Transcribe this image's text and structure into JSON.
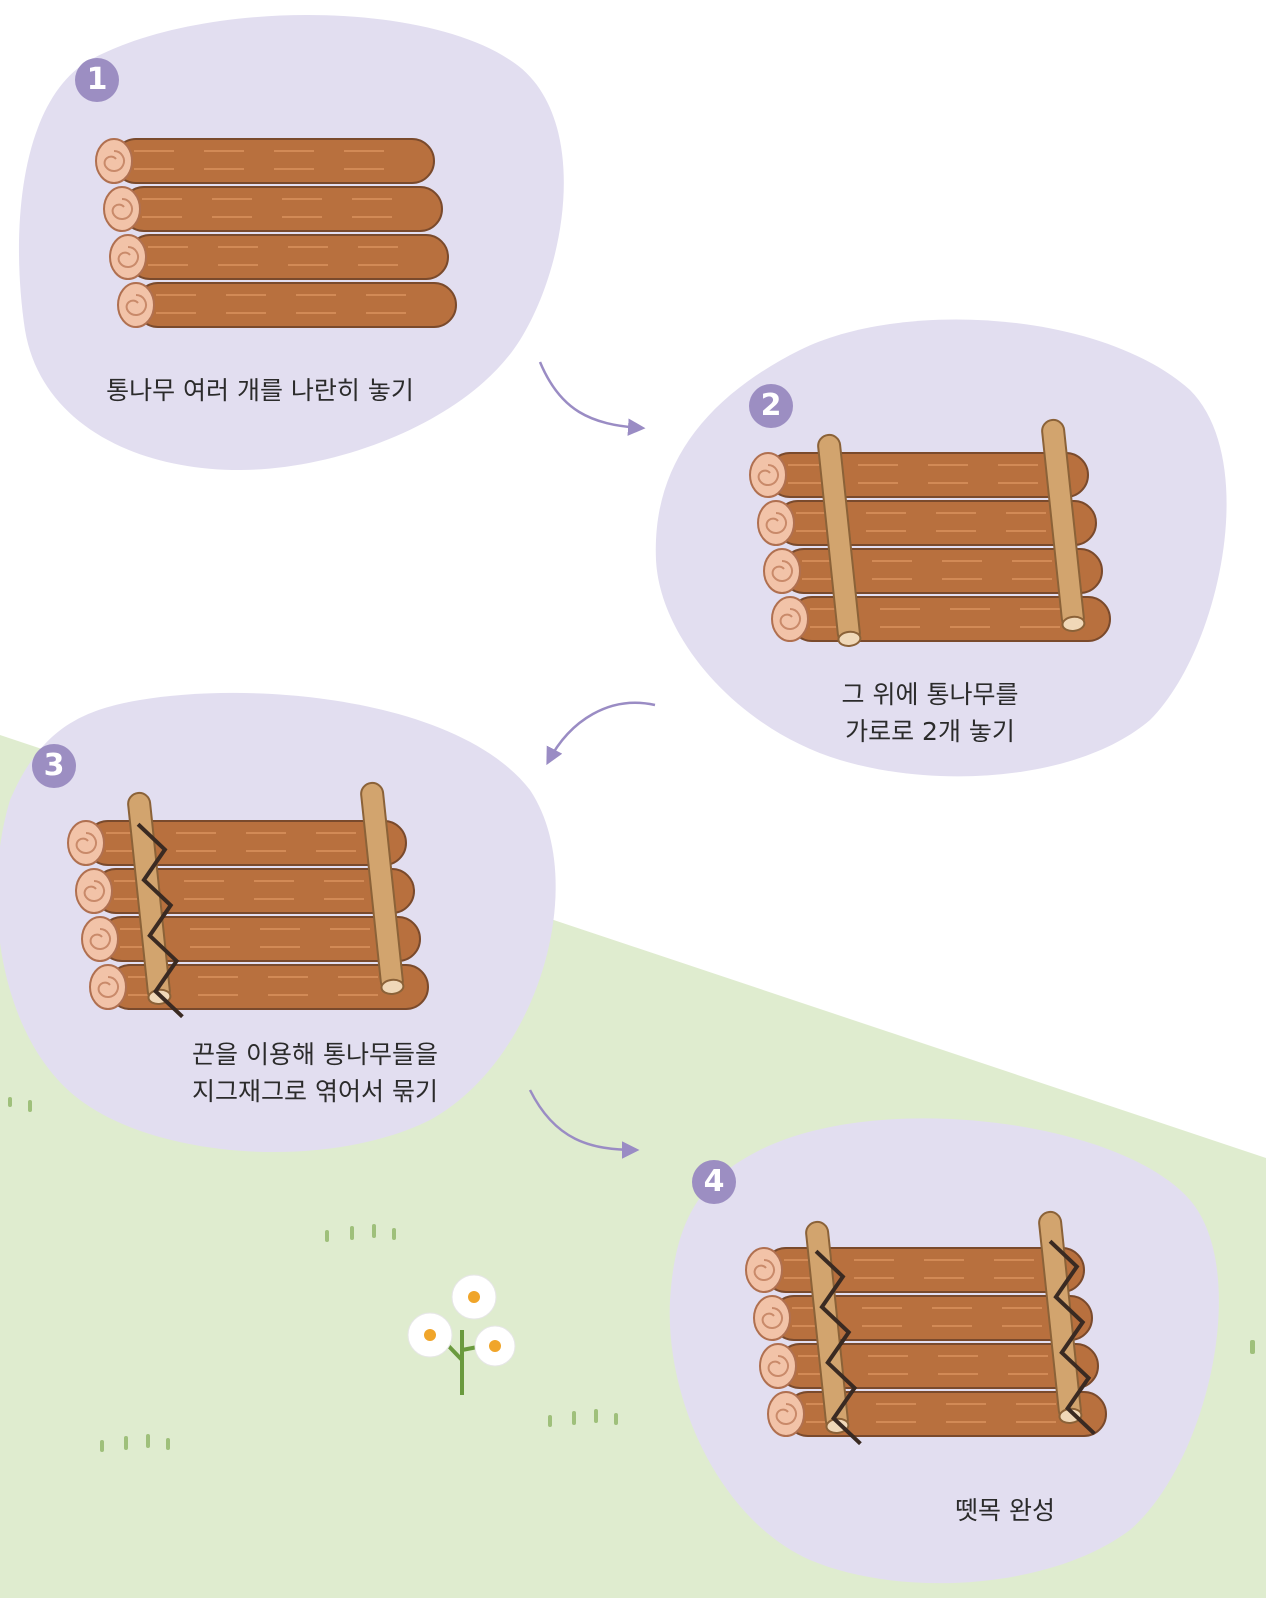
{
  "steps": [
    {
      "number": "1",
      "caption": [
        "통나무 여러 개를 나란히 놓기"
      ]
    },
    {
      "number": "2",
      "caption": [
        "그 위에 통나무를",
        "가로로 2개 놓기"
      ]
    },
    {
      "number": "3",
      "caption": [
        "끈을 이용해 통나무들을",
        "지그재그로 엮어서 묶기"
      ]
    },
    {
      "number": "4",
      "caption": [
        "뗏목 완성"
      ]
    }
  ],
  "colors": {
    "bubble": "#e2def0",
    "badge": "#9c8ec2",
    "arrow": "#9a8cc4",
    "grass": "#dfeccf",
    "log": "#b8703e",
    "log_end": "#f2c3a8",
    "crossbar": "#d2a46e",
    "rope": "#3a2a22"
  }
}
